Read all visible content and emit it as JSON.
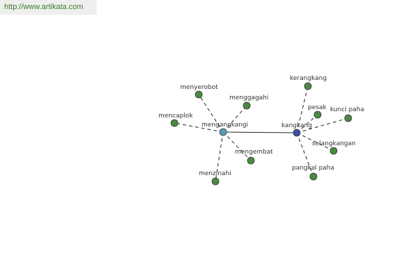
{
  "source": {
    "url_text": "http://www.artikata.com"
  },
  "colors": {
    "leaf": "#4a8a43",
    "hub_left": "#5b9bb8",
    "hub_right": "#3d4fa3",
    "edge": "#222222"
  },
  "graph": {
    "hubs": [
      {
        "id": "h1",
        "label": "mengangkangi",
        "color_key": "hub_left"
      },
      {
        "id": "h2",
        "label": "kangkang",
        "color_key": "hub_right"
      }
    ],
    "hub_link": [
      "h1",
      "h2"
    ],
    "leaves": [
      {
        "id": "l1",
        "label": "menyerobot",
        "hub": "h1"
      },
      {
        "id": "l2",
        "label": "menggagahi",
        "hub": "h1"
      },
      {
        "id": "l3",
        "label": "mencaplok",
        "hub": "h1"
      },
      {
        "id": "l4",
        "label": "mengembat",
        "hub": "h1"
      },
      {
        "id": "l5",
        "label": "menzinahi",
        "hub": "h1"
      },
      {
        "id": "l6",
        "label": "kerangkang",
        "hub": "h2"
      },
      {
        "id": "l7",
        "label": "pesak",
        "hub": "h2"
      },
      {
        "id": "l8",
        "label": "kunci paha",
        "hub": "h2"
      },
      {
        "id": "l9",
        "label": "selangkangan",
        "hub": "h2"
      },
      {
        "id": "l10",
        "label": "pangkal paha",
        "hub": "h2"
      }
    ]
  }
}
